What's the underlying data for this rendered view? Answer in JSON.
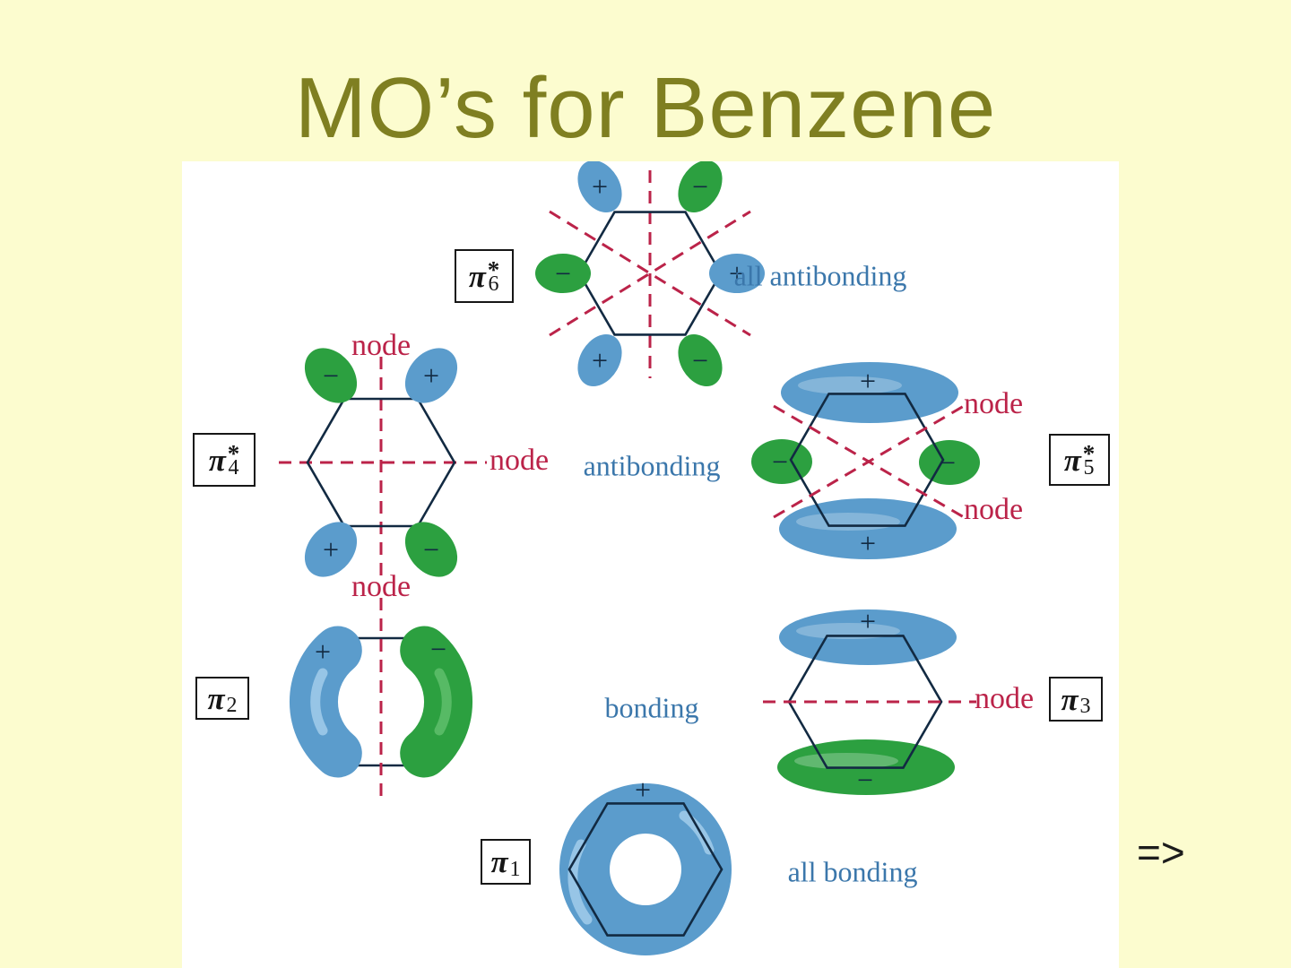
{
  "title": "MO’s for Benzene",
  "arrow": "=>",
  "node_label": "node",
  "signs": {
    "plus": "+",
    "minus": "−"
  },
  "annotations": {
    "pi6": "all antibonding",
    "row2": "antibonding",
    "row3": "bonding",
    "pi1": "all bonding"
  },
  "orbital_labels": {
    "pi6": {
      "symbol": "π",
      "star": "*",
      "sub": "6"
    },
    "pi4": {
      "symbol": "π",
      "star": "*",
      "sub": "4"
    },
    "pi5": {
      "symbol": "π",
      "star": "*",
      "sub": "5"
    },
    "pi2": {
      "symbol": "π",
      "sub": "2"
    },
    "pi3": {
      "symbol": "π",
      "sub": "3"
    },
    "pi1": {
      "symbol": "π",
      "sub": "1"
    }
  },
  "colors": {
    "bg": "#fcfccf",
    "panel": "#ffffff",
    "title_olive": "#7f7f21",
    "lobe_blue": "#5b9ccc",
    "lobe_blue_light": "#a6cfec",
    "lobe_green": "#2ca040",
    "lobe_green_light": "#63c06e",
    "node_red": "#bb2349",
    "label_blue": "#3b77ab",
    "line_dark": "#122a42",
    "arrow_dark": "#1c1c1c"
  }
}
